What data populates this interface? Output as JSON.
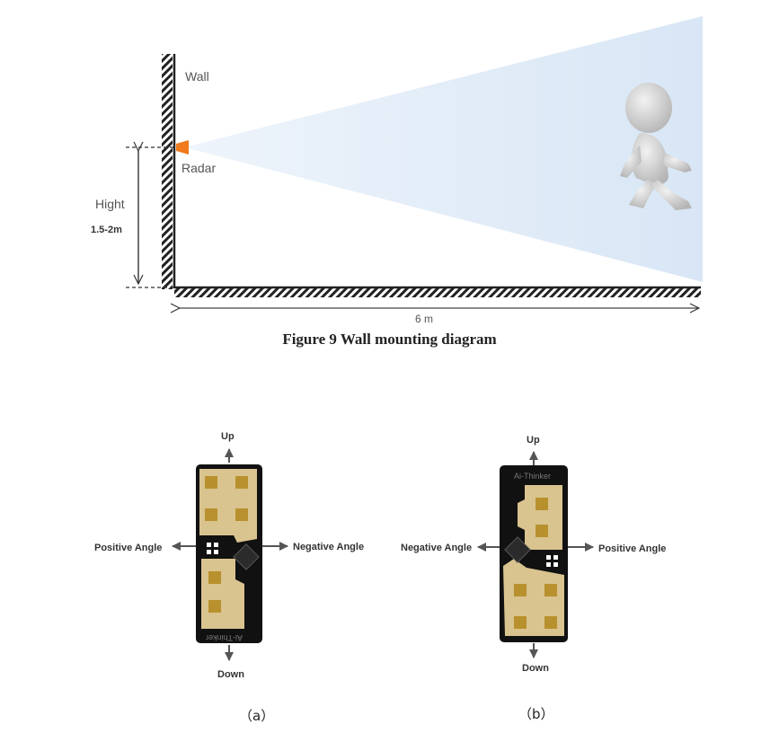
{
  "diagram": {
    "wall_label": "Wall",
    "radar_label": "Radar",
    "height_label": "Hight",
    "height_value": "1.5-2m",
    "distance_label": "6 m",
    "caption": "Figure 9 Wall mounting diagram",
    "beam_color": "#dbe8f5",
    "radar_color": "#f07a1c"
  },
  "orientation_a": {
    "up": "Up",
    "down": "Down",
    "left": "Positive Angle",
    "right": "Negative Angle",
    "board_text": "Ai-Thinker",
    "sub_label": "（a）"
  },
  "orientation_b": {
    "up": "Up",
    "down": "Down",
    "left": "Negative Angle",
    "right": "Positive Angle",
    "board_text": "Ai-Thinker",
    "sub_label": "（b）"
  }
}
